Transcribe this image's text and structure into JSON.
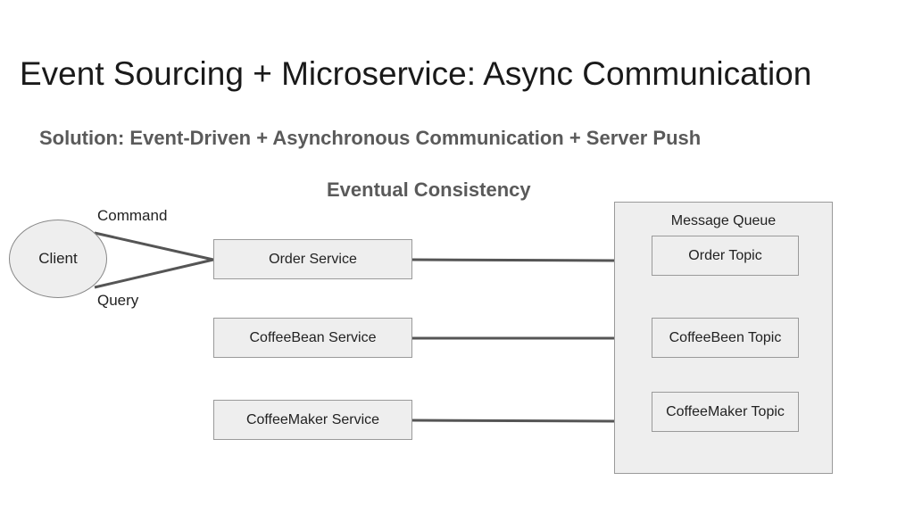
{
  "title": "Event Sourcing + Microservice: Async Communication",
  "subtitle": "Solution: Event-Driven + Asynchronous Communication + Server Push",
  "caption": "Eventual Consistency",
  "client": {
    "label": "Client",
    "command_label": "Command",
    "query_label": "Query"
  },
  "services": [
    {
      "label": "Order Service"
    },
    {
      "label": "CoffeeBean Service"
    },
    {
      "label": "CoffeeMaker Service"
    }
  ],
  "message_queue": {
    "label": "Message Queue",
    "topics": [
      {
        "label": "Order Topic"
      },
      {
        "label": "CoffeeBeen Topic"
      },
      {
        "label": "CoffeeMaker Topic"
      }
    ]
  },
  "colors": {
    "box_fill": "#eeeeee",
    "box_border": "#9a9a9a",
    "line": "#555555",
    "heading_gray": "#5a5a5a"
  }
}
